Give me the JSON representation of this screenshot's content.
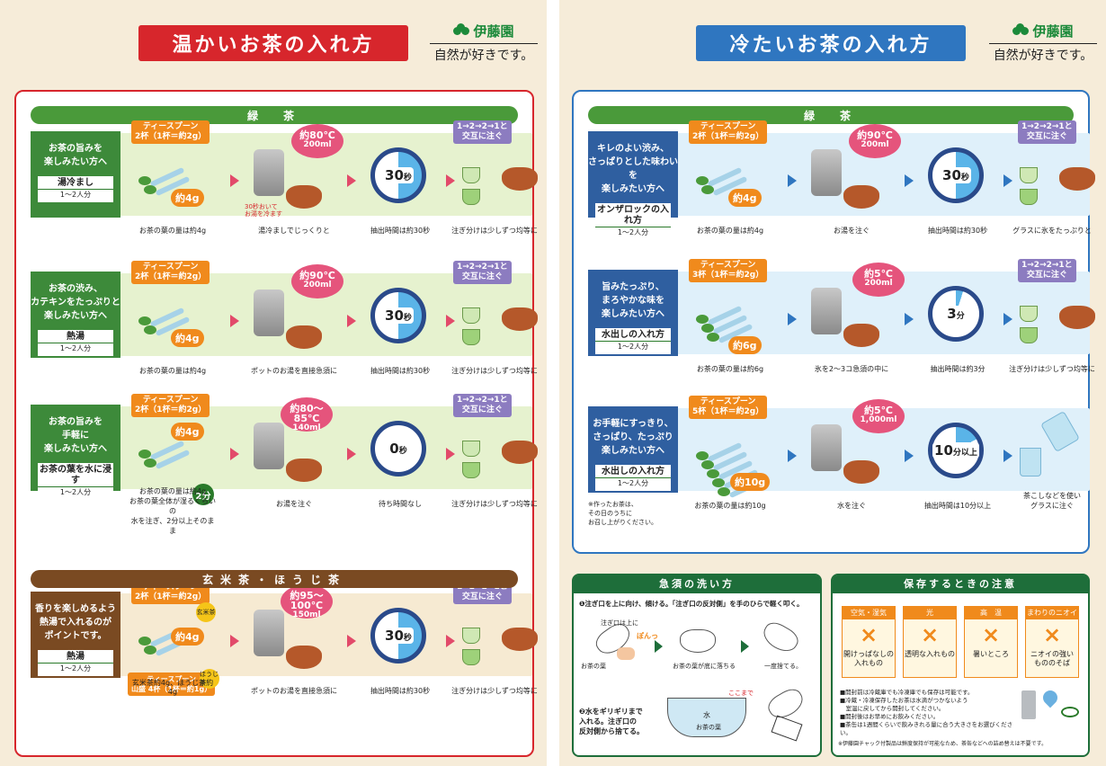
{
  "left": {
    "title": "温かいお茶の入れ方",
    "brand": {
      "name": "伊藤園",
      "slogan": "自然が好きです。"
    },
    "section1": "緑　茶",
    "section2": "玄米茶・ほうじ茶",
    "rows": [
      {
        "desc": "お茶の旨みを\n楽しみたい方へ",
        "method": "湯冷まし",
        "serve": "1〜2人分",
        "spoon": "ティースプーン\n2杯（1杯＝約2g）",
        "amount": "約4g",
        "temp": "約80℃",
        "ml": "200ml",
        "note": "30秒おいて\nお湯を冷ます",
        "time": "30",
        "unit": "秒",
        "pour": "1→2→2→1と\n交互に注ぐ",
        "c1": "お茶の葉の量は約4g",
        "c2": "湯冷ましでじっくりと",
        "c3": "抽出時間は約30秒",
        "c4": "注ぎ分けは少しずつ均等に"
      },
      {
        "desc": "お茶の渋み、\nカテキンをたっぷりと\n楽しみたい方へ",
        "method": "熱湯",
        "serve": "1〜2人分",
        "spoon": "ティースプーン\n2杯（1杯＝約2g）",
        "amount": "約4g",
        "temp": "約90℃",
        "ml": "200ml",
        "time": "30",
        "unit": "秒",
        "pour": "1→2→2→1と\n交互に注ぐ",
        "c1": "お茶の葉の量は約4g",
        "c2": "ポットのお湯を直接急須に",
        "c3": "抽出時間は約30秒",
        "c4": "注ぎ分けは少しずつ均等に"
      },
      {
        "desc": "お茶の旨みを\n手軽に\n楽しみたい方へ",
        "method": "お茶の葉を水に浸す",
        "serve": "1〜2人分",
        "spoon": "ティースプーン\n2杯（1杯＝約2g）",
        "amount": "約4g",
        "badge": "2分",
        "temp": "約80〜85℃",
        "ml": "140ml",
        "time": "0",
        "unit": "秒",
        "pour": "1→2→2→1と\n交互に注ぐ",
        "c1": "お茶の葉の量は約4g\nお茶の葉全体が湿るくらいの\n水を注ぎ、2分以上そのまま",
        "c2": "お湯を注ぐ",
        "c3": "待ち時間なし",
        "c4": "注ぎ分けは少しずつ均等に"
      },
      {
        "desc": "香りを楽しめるよう\n熱湯で入れるのが\nポイントです。",
        "method": "熱湯",
        "serve": "1〜2人分",
        "spoon": "ティースプーン\n2杯（1杯＝約2g）",
        "amount": "約4g",
        "genmai": "玄米茶",
        "spoon2": "ティースプーン\n山盛 4杯（1杯＝約1g）",
        "houji": "ほうじ茶",
        "temp": "約95〜100℃",
        "ml": "150ml",
        "time": "30",
        "unit": "秒",
        "pour": "1→2→2→1と\n交互に注ぐ",
        "c1": "玄米茶約4g、ほうじ茶約4g",
        "c2": "ポットのお湯を直接急須に",
        "c3": "抽出時間は約30秒",
        "c4": "注ぎ分けは少しずつ均等に"
      }
    ]
  },
  "right": {
    "title": "冷たいお茶の入れ方",
    "brand": {
      "name": "伊藤園",
      "slogan": "自然が好きです。"
    },
    "section1": "緑　茶",
    "rows": [
      {
        "desc": "キレのよい渋み、\nさっぱりとした味わいを\n楽しみたい方へ",
        "method": "オンザロックの入れ方",
        "serve": "1〜2人分",
        "spoon": "ティースプーン\n2杯（1杯＝約2g）",
        "amount": "約4g",
        "temp": "約90℃",
        "ml": "200ml",
        "time": "30",
        "unit": "秒",
        "pour": "1→2→2→1と\n交互に注ぐ",
        "c1": "お茶の葉の量は約4g",
        "c2": "お湯を注ぐ",
        "c3": "抽出時間は約30秒",
        "c4": "グラスに氷をたっぷりと"
      },
      {
        "desc": "旨みたっぷり、\nまろやかな味を\n楽しみたい方へ",
        "method": "水出しの入れ方",
        "serve": "1〜2人分",
        "spoon": "ティースプーン\n3杯（1杯＝約2g）",
        "amount": "約6g",
        "temp": "約5℃",
        "ml": "200ml",
        "time": "3",
        "unit": "分",
        "pour": "1→2→2→1と\n交互に注ぐ",
        "c1": "お茶の葉の量は約6g",
        "c2": "氷を2〜3コ急須の中に",
        "c3": "抽出時間は約3分",
        "c4": "注ぎ分けは少しずつ均等に"
      },
      {
        "desc": "お手軽にすっきり、\nさっぱり、たっぷり\n楽しみたい方へ",
        "method": "水出しの入れ方",
        "serve": "1〜2人分",
        "spoon": "ティースプーン\n5杯（1杯＝約2g）",
        "amount": "約10g",
        "temp": "約5℃",
        "ml": "1,000ml",
        "time": "10",
        "unit": "分以上",
        "c1": "お茶の葉の量は約10g",
        "c2": "水を注ぐ",
        "c3": "抽出時間は10分以上",
        "c4": "茶こしなどを使い\nグラスに注ぐ",
        "note": "※作ったお茶は、\nその日のうちに\nお召し上がりください。"
      }
    ],
    "wash": {
      "title": "急須の洗い方",
      "s1": "❶注ぎ口を上に向け、傾ける。「注ぎ口の反対側」を手のひらで軽く叩く。",
      "l1": "注ぎ口は上に",
      "l2": "ぽんっ",
      "l3": "お茶の葉",
      "l4": "お茶の葉が底に落ちる",
      "l5": "一度捨てる。",
      "s2": "❷水をギリギリまで\n入れる。注ぎ口の\n反対側から捨てる。",
      "l6": "ここまで",
      "l7": "水",
      "l8": "お茶の葉"
    },
    "store": {
      "title": "保存するときの注意",
      "cats": [
        {
          "h": "空気・湿気",
          "t": "開けっぱなしの\n入れもの"
        },
        {
          "h": "光",
          "t": "透明な入れもの"
        },
        {
          "h": "高　温",
          "t": "暑いところ"
        },
        {
          "h": "まわりのニオイ",
          "t": "ニオイの強い\nもののそば"
        }
      ],
      "notes": "■開封前は冷蔵庫でも冷凍庫でも保存は可能です。\n■冷蔵・冷凍保存したお茶は水滴がつかないよう\n　室温に戻してから開封してください。\n■開封後はお早めにお飲みください。\n■茶缶は1週間くらいで飲みきれる量に合う大きさをお選びください。",
      "foot": "※伊藤園チャック付製品は鮮度保持が可能なため、茶缶などへの詰め替えは不要です。"
    }
  },
  "colors": {
    "red": "#d7262c",
    "blue": "#2f76c0",
    "green": "#2a7a2a",
    "orange": "#f08a1c",
    "brown": "#7a4a22"
  }
}
